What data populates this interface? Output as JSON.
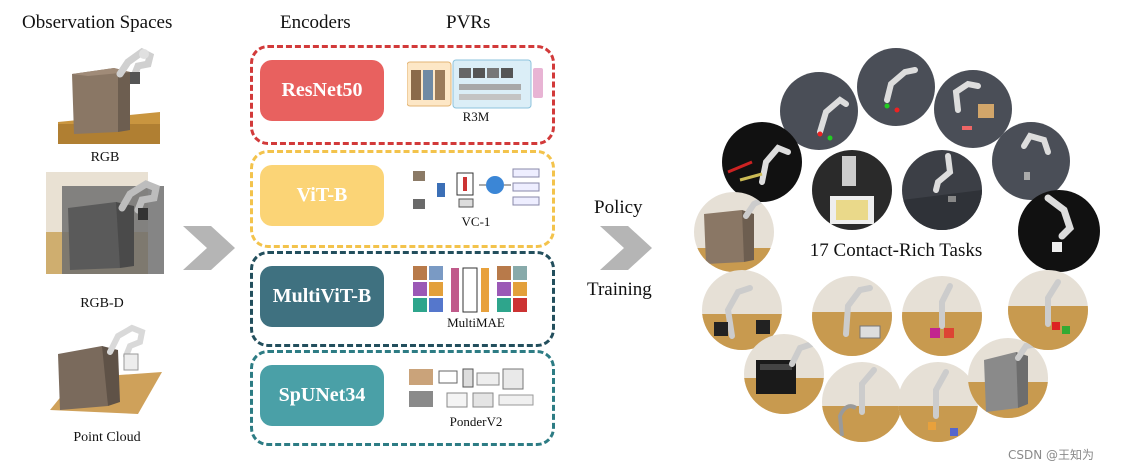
{
  "headers": {
    "observation_spaces": "Observation Spaces",
    "encoders": "Encoders",
    "pvrs": "PVRs"
  },
  "observations": [
    {
      "label": "RGB"
    },
    {
      "label": "RGB-D"
    },
    {
      "label": "Point Cloud"
    }
  ],
  "encoders": [
    {
      "name": "ResNet50",
      "pvr": "R3M",
      "color": "#e8615f",
      "border": "#d23a3a"
    },
    {
      "name": "ViT-B",
      "pvr": "VC-1",
      "color": "#fbd476",
      "border": "#f3c34c"
    },
    {
      "name": "MultiViT-B",
      "pvr": "MultiMAE",
      "color": "#3f7180",
      "border": "#234f5d"
    },
    {
      "name": "SpUNet34",
      "pvr": "PonderV2",
      "color": "#4aa0a7",
      "border": "#2d7c84"
    }
  ],
  "policy": {
    "line1": "Policy",
    "line2": "Training"
  },
  "tasks_label": "17 Contact-Rich Tasks",
  "watermark": "CSDN @王知为",
  "colors": {
    "arrow": "#b5b5b5"
  }
}
